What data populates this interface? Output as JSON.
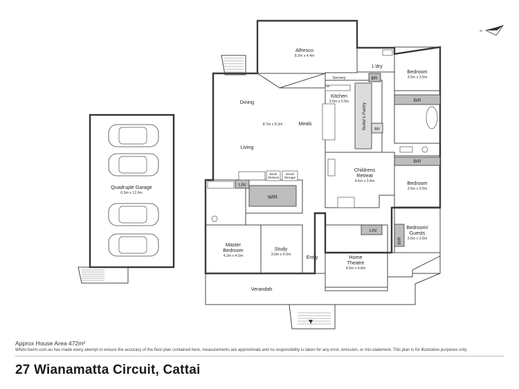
{
  "rooms": {
    "alfresco": {
      "name": "Alfresco",
      "dims": "8.2m x 4.4m"
    },
    "laundry": {
      "name": "L'dry"
    },
    "bedroom_top": {
      "name": "Bedroom",
      "dims": "3.5m x 3.5m"
    },
    "servery": {
      "name": "Servery"
    },
    "kitchen": {
      "name": "Kitchen",
      "dims": "3.0m x 5.5m"
    },
    "dining": {
      "name": "Dining"
    },
    "meals": {
      "name": "Meals"
    },
    "living": {
      "name": "Living"
    },
    "open_plan_dims": "8.7m x 8.3m",
    "butlers_pantry": {
      "name": "Butler's Pantry"
    },
    "childrens_retreat": {
      "name": "Childrens Retreat",
      "line1": "Childrens",
      "line2": "Retreat",
      "dims": "4.6m x 3.4m"
    },
    "bedroom_mid": {
      "name": "Bedroom",
      "dims": "3.5m x 3.5m"
    },
    "bedroom_guests": {
      "line1": "Bedroom/",
      "line2": "Guests",
      "dims": "3.5m x 3.5m"
    },
    "garage": {
      "name": "Quadruple Garage",
      "dims": "6.5m x 12.0m"
    },
    "master": {
      "line1": "Master",
      "line2": "Bedroom",
      "dims": "4.2m x 4.0m"
    },
    "study": {
      "name": "Study",
      "dims": "3.0m x 4.0m"
    },
    "entry": {
      "name": "Entry"
    },
    "home_theatre": {
      "line1": "Home",
      "line2": "Theatre",
      "dims": "4.5m x 4.8m"
    },
    "verandah": {
      "name": "Verandah"
    },
    "wir": {
      "name": "WIR"
    }
  },
  "tags": {
    "br": "BR",
    "bir": "BIR",
    "lin": "LIN",
    "dw": "DW",
    "book_shelves": [
      "Book",
      "Shelves"
    ],
    "wood_storage": [
      "Wood",
      "Storage"
    ]
  },
  "compass": {
    "label": "N"
  },
  "footer": {
    "area": "Approx House Area 472m²",
    "disclaimer": "Whilst bwrm.com.au has made every attempt to ensure the accuracy of the floor plan contained here, measurements are approximate and no responsibility is taken for any error, omission, or mis-statement. This plan is for illustrative purposes only.",
    "address": "27 Wianamatta Circuit, Cattai"
  },
  "colors": {
    "wall": "#333333",
    "fill_dark": "#bdbdbd",
    "fill_light": "#dcdcdc"
  }
}
